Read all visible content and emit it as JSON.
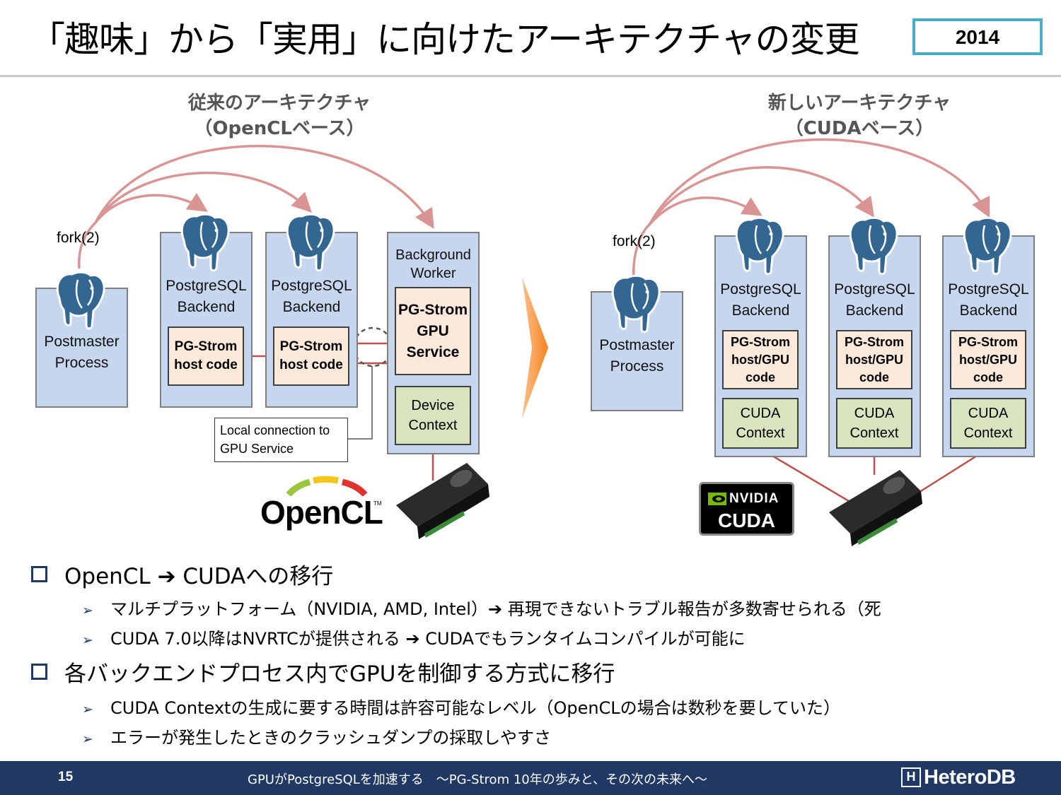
{
  "title": "「趣味」から「実用」に向けたアーキテクチャの変更",
  "year_badge": "2014",
  "legacy": {
    "heading_line1": "従来のアーキテクチャ",
    "heading_line2": "（OpenCLベース）",
    "fork_label": "fork(2)",
    "postmaster_label": [
      "Postmaster",
      "Process"
    ],
    "backends": [
      {
        "label": [
          "PostgreSQL",
          "Backend"
        ],
        "code": [
          "PG-Strom",
          "host code"
        ]
      },
      {
        "label": [
          "PostgreSQL",
          "Backend"
        ],
        "code": [
          "PG-Strom",
          "host code"
        ]
      }
    ],
    "bgworker": {
      "label": [
        "Background",
        "Worker"
      ],
      "service": [
        "PG-Strom",
        "GPU",
        "Service"
      ],
      "context": [
        "Device",
        "Context"
      ]
    },
    "callout": [
      "Local connection to",
      "GPU Service"
    ],
    "logo_text": "OpenCL",
    "logo_tm": "TM"
  },
  "new": {
    "heading_line1": "新しいアーキテクチャ",
    "heading_line2": "（CUDAベース）",
    "fork_label": "fork(2)",
    "postmaster_label": [
      "Postmaster",
      "Process"
    ],
    "backends": [
      {
        "label": [
          "PostgreSQL",
          "Backend"
        ],
        "code": [
          "PG-Strom",
          "host/GPU",
          "code"
        ],
        "context": [
          "CUDA",
          "Context"
        ]
      },
      {
        "label": [
          "PostgreSQL",
          "Backend"
        ],
        "code": [
          "PG-Strom",
          "host/GPU",
          "code"
        ],
        "context": [
          "CUDA",
          "Context"
        ]
      },
      {
        "label": [
          "PostgreSQL",
          "Backend"
        ],
        "code": [
          "PG-Strom",
          "host/GPU",
          "code"
        ],
        "context": [
          "CUDA",
          "Context"
        ]
      }
    ],
    "logo_brand": "NVIDIA",
    "logo_text": "CUDA"
  },
  "bullets": [
    {
      "text": "OpenCL ➔ CUDAへの移行",
      "subs": [
        "マルチプラットフォーム（NVIDIA, AMD, Intel）➔ 再現できないトラブル報告が多数寄せられる（死",
        "CUDA 7.0以降はNVRTCが提供される ➔ CUDAでもランタイムコンパイルが可能に"
      ]
    },
    {
      "text": "各バックエンドプロセス内でGPUを制御する方式に移行",
      "subs": [
        "CUDA Contextの生成に要する時間は許容可能なレベル（OpenCLの場合は数秒を要していた）",
        "エラーが発生したときのクラッシュダンプの採取しやすさ"
      ]
    }
  ],
  "footer": {
    "page_number": "15",
    "caption": "GPUがPostgreSQLを加速する　～PG-Strom 10年の歩みと、その次の未来へ～",
    "brand": "HeteroDB",
    "brand_mark": "H"
  },
  "colors": {
    "process_fill": "#c5d6ee",
    "code_fill": "#fde9d9",
    "context_fill": "#d7e4bd",
    "arrow": "#d99594",
    "link_line": "#c0504d",
    "footer_bg": "#1f3864",
    "badge_border": "#4aacc6",
    "chevron": "#f79646"
  }
}
